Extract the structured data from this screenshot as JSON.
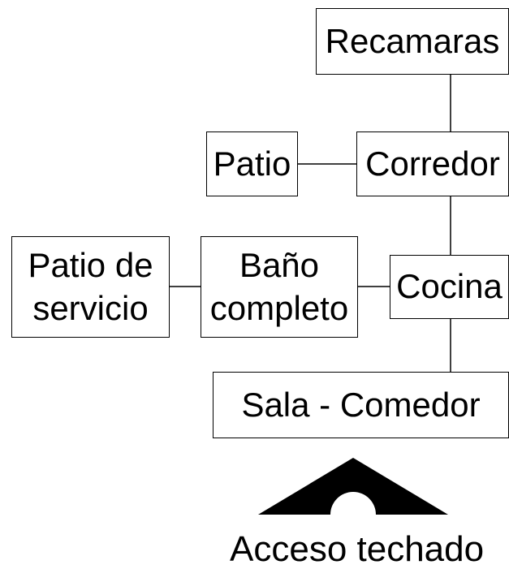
{
  "rooms": {
    "recamaras": "Recamaras",
    "patio": "Patio",
    "corredor": "Corredor",
    "patio_servicio": "Patio de\nservicio",
    "bano_completo": "Baño\ncompleto",
    "cocina": "Cocina",
    "sala_comedor": "Sala - Comedor"
  },
  "entrance": {
    "label": "Acceso techado",
    "icon": "arch-roof-icon"
  },
  "colors": {
    "line": "#000000",
    "background": "#ffffff"
  }
}
